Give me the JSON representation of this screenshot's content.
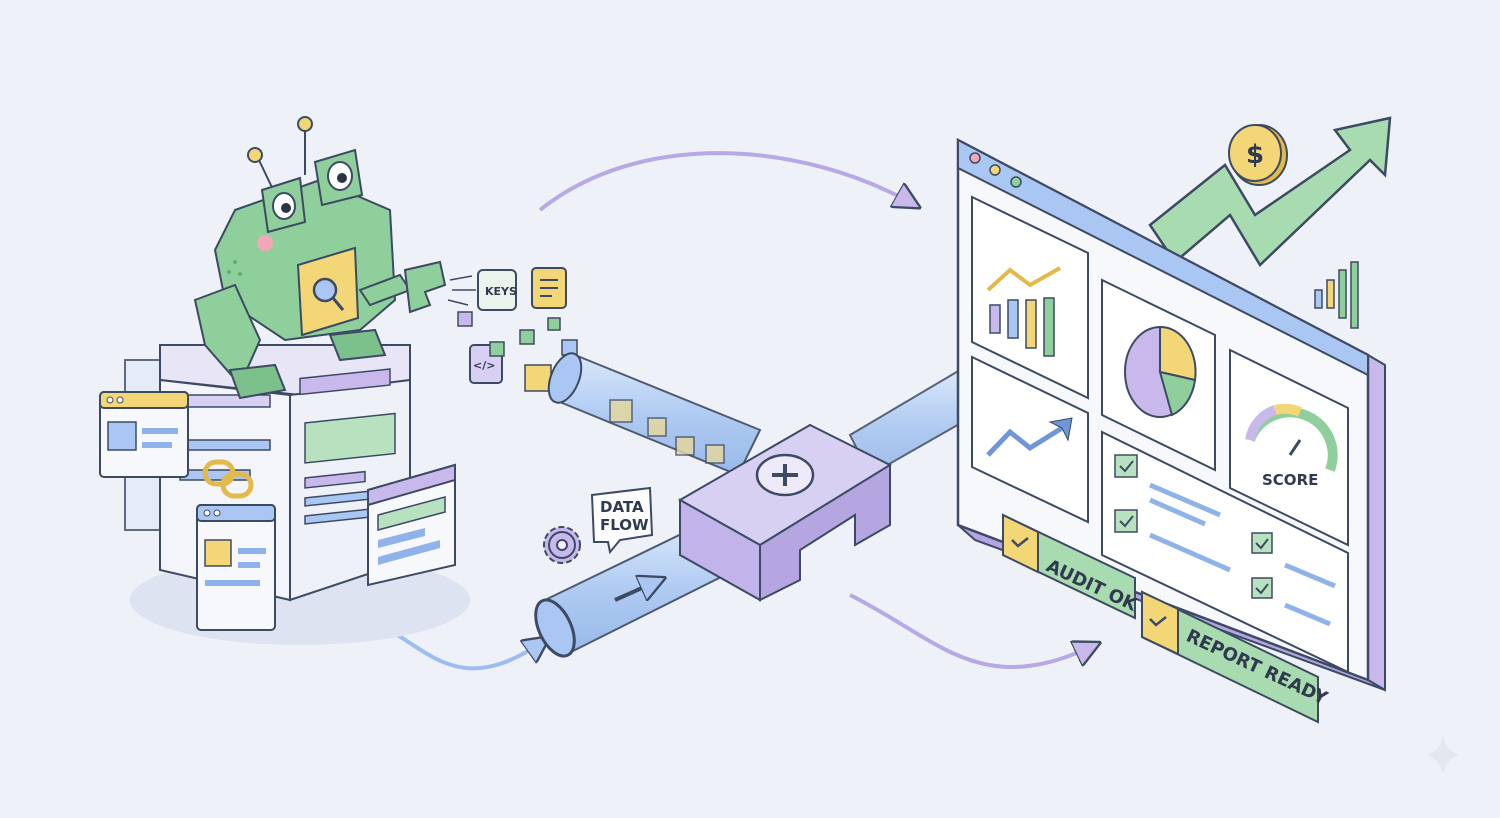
{
  "labels": {
    "keys": "KEYS",
    "data_flow_line1": "DATA",
    "data_flow_line2": "FLOW",
    "score": "SCORE",
    "audit_ok": "AUDIT OK",
    "report_ready": "REPORT READY",
    "currency": "$",
    "code_tag": "</>"
  },
  "icons": {
    "mascot": "frog-robot-icon",
    "magnifier": "magnifier-icon",
    "link": "chain-link-icon",
    "gear": "gear-icon",
    "plus": "plus-icon",
    "coin": "dollar-coin-icon",
    "trend": "trend-arrow-icon"
  },
  "colors": {
    "background": "#eef1f8",
    "outline": "#3d4a63",
    "green": "#8ecf9b",
    "green_dark": "#5fae74",
    "blue": "#a9c7f2",
    "blue_dark": "#6f96d8",
    "purple": "#c8b8ec",
    "purple_dark": "#8f7fd0",
    "yellow": "#f3d675",
    "pink": "#f4a7b9"
  }
}
